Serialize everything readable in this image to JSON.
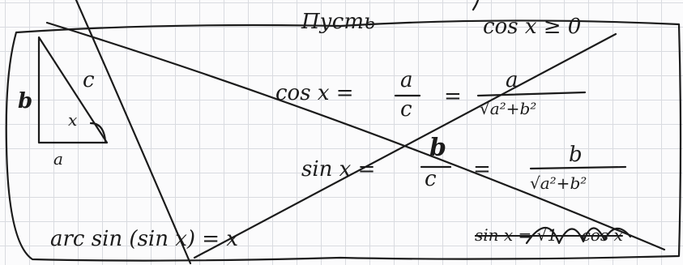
{
  "note": {
    "heading": "Пусть",
    "condition": "cos x ≥ 0",
    "triangle": {
      "side_vertical": "b",
      "side_hypotenuse": "c",
      "side_base": "a",
      "angle": "x"
    },
    "cos_line": {
      "lhs": "cos x =",
      "frac_num": "a",
      "frac_den": "c",
      "eq": "=",
      "root_num": "a",
      "root_den": "√a²+b²"
    },
    "sin_line": {
      "lhs": "sin x =",
      "frac_num": "b",
      "frac_den": "c",
      "eq": "=",
      "root_num": "b",
      "root_den": "√a²+b²"
    },
    "arcsin_line": {
      "text": "arc sin (sin x) = x"
    },
    "crossed_formula": {
      "text": "sin x = √1 − cos x"
    }
  },
  "colors": {
    "ink": "#1b1b1b",
    "grid": "#d9dbe0",
    "paper": "#fbfbfc"
  }
}
